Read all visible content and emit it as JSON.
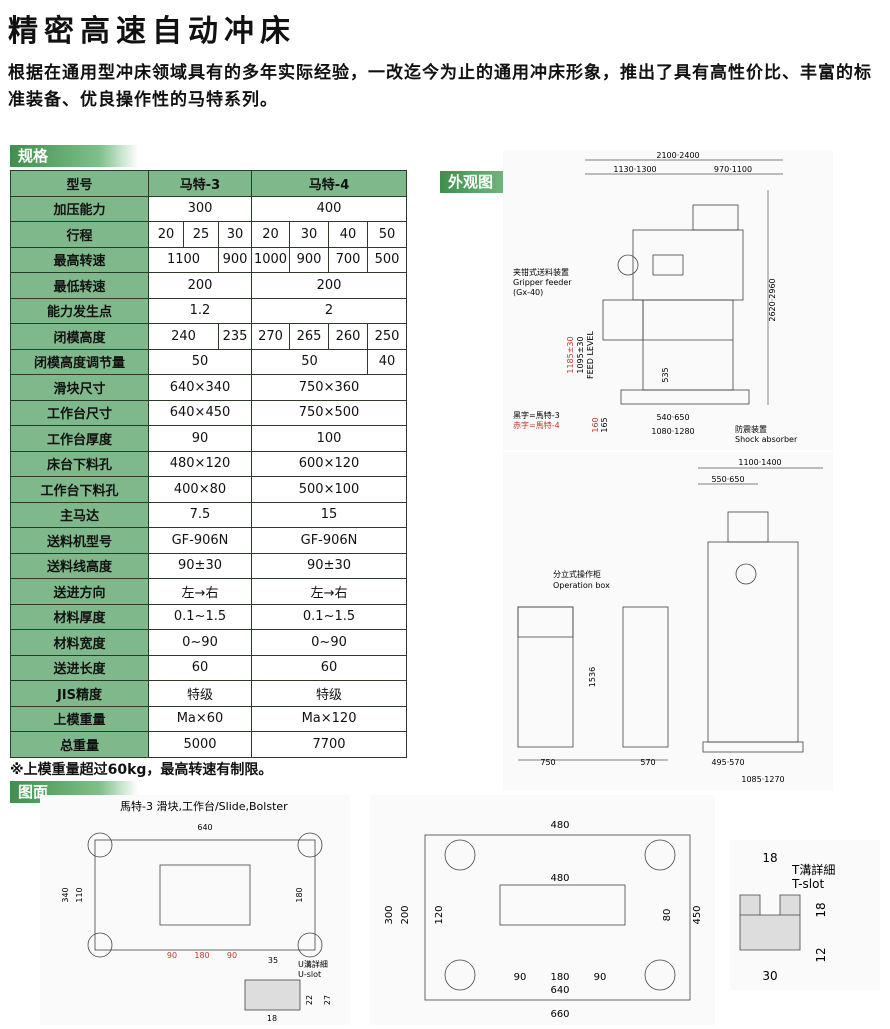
{
  "title": "精密高速自动冲床",
  "intro": "根据在通用型冲床领域具有的多年实际经验，一改迄今为止的通用冲床形象，推出了具有高性价比、丰富的标准装备、优良操作性的马特系列。",
  "sections": {
    "spec": "规格",
    "appearance": "外观图",
    "drawing": "图面"
  },
  "spec_table": {
    "header": [
      "型号",
      "马特-3",
      "马特-4"
    ],
    "rows": [
      {
        "label": "加压能力",
        "cells": [
          [
            "300",
            3
          ],
          [
            "400",
            4
          ]
        ]
      },
      {
        "label": "行程",
        "cells": [
          [
            "20",
            1
          ],
          [
            "25",
            1
          ],
          [
            "30",
            1
          ],
          [
            "20",
            1
          ],
          [
            "30",
            1
          ],
          [
            "40",
            1
          ],
          [
            "50",
            1
          ]
        ]
      },
      {
        "label": "最高转速",
        "cells": [
          [
            "1100",
            2
          ],
          [
            "900",
            1
          ],
          [
            "1000",
            1
          ],
          [
            "900",
            1
          ],
          [
            "700",
            1
          ],
          [
            "500",
            1
          ]
        ]
      },
      {
        "label": "最低转速",
        "cells": [
          [
            "200",
            3
          ],
          [
            "200",
            4
          ]
        ]
      },
      {
        "label": "能力发生点",
        "cells": [
          [
            "1.2",
            3
          ],
          [
            "2",
            4
          ]
        ]
      },
      {
        "label": "闭模高度",
        "cells": [
          [
            "240",
            2
          ],
          [
            "235",
            1
          ],
          [
            "270",
            1
          ],
          [
            "265",
            1
          ],
          [
            "260",
            1
          ],
          [
            "250",
            1
          ]
        ]
      },
      {
        "label": "闭模高度调节量",
        "cells": [
          [
            "50",
            3
          ],
          [
            "50",
            3
          ],
          [
            "40",
            1
          ]
        ]
      },
      {
        "label": "滑块尺寸",
        "cells": [
          [
            "640×340",
            3
          ],
          [
            "750×360",
            4
          ]
        ]
      },
      {
        "label": "工作台尺寸",
        "cells": [
          [
            "640×450",
            3
          ],
          [
            "750×500",
            4
          ]
        ]
      },
      {
        "label": "工作台厚度",
        "cells": [
          [
            "90",
            3
          ],
          [
            "100",
            4
          ]
        ]
      },
      {
        "label": "床台下料孔",
        "cells": [
          [
            "480×120",
            3
          ],
          [
            "600×120",
            4
          ]
        ]
      },
      {
        "label": "工作台下料孔",
        "cells": [
          [
            "400×80",
            3
          ],
          [
            "500×100",
            4
          ]
        ]
      },
      {
        "label": "主马达",
        "cells": [
          [
            "7.5",
            3
          ],
          [
            "15",
            4
          ]
        ]
      },
      {
        "label": "送料机型号",
        "cells": [
          [
            "GF-906N",
            3
          ],
          [
            "GF-906N",
            4
          ]
        ]
      },
      {
        "label": "送料线高度",
        "cells": [
          [
            "90±30",
            3
          ],
          [
            "90±30",
            4
          ]
        ]
      },
      {
        "label": "送进方向",
        "cells": [
          [
            "左→右",
            3
          ],
          [
            "左→右",
            4
          ]
        ]
      },
      {
        "label": "材料厚度",
        "cells": [
          [
            "0.1~1.5",
            3
          ],
          [
            "0.1~1.5",
            4
          ]
        ]
      },
      {
        "label": "材料宽度",
        "cells": [
          [
            "0~90",
            3
          ],
          [
            "0~90",
            4
          ]
        ]
      },
      {
        "label": "送进长度",
        "cells": [
          [
            "60",
            3
          ],
          [
            "60",
            4
          ]
        ]
      },
      {
        "label": "JIS精度",
        "cells": [
          [
            "特级",
            3
          ],
          [
            "特级",
            4
          ]
        ]
      },
      {
        "label": "上模重量",
        "cells": [
          [
            "Ma×60",
            3
          ],
          [
            "Ma×120",
            4
          ]
        ]
      },
      {
        "label": "总重量",
        "cells": [
          [
            "5000",
            3
          ],
          [
            "7700",
            4
          ]
        ]
      }
    ]
  },
  "note": "※上模重量超过60kg，最高转速有制限。",
  "front_view": {
    "dim_total": "2100·2400",
    "dim_left": "1130·1300",
    "dim_right": "970·1100",
    "gripper_cn": "夹钳式送料装置",
    "gripper_en1": "Gripper feeder",
    "gripper_en2": "(Gx-40)",
    "height_total": "2620·2960",
    "feed_a": "1185±30",
    "feed_b": "1095±30",
    "feed_level": "FEED LEVEL",
    "dim_535": "535",
    "legend_black": "黑字=馬特-3",
    "legend_red": "赤字=馬特-4",
    "h_160": "160",
    "h_165": "165",
    "dim_540": "540·650",
    "dim_1080": "1080·1280",
    "shock_cn": "防震装置",
    "shock_en": "Shock absorber"
  },
  "side_view": {
    "dim_top": "1100·1400",
    "dim_550": "550·650",
    "box_cn": "分立式操作柜",
    "box_en": "Operation box",
    "dim_1536": "1536",
    "dim_750": "750",
    "dim_570": "570",
    "dim_495": "495·570",
    "dim_1085": "1085·1270"
  },
  "slide_drawing": {
    "caption": "馬特-3 滑块,工作台/Slide,Bolster",
    "dim_640": "640",
    "dim_340": "340",
    "dim_110": "110",
    "dim_180": "180",
    "dim_90a": "90",
    "dim_180b": "180",
    "dim_90b": "90",
    "uslot_cn": "U溝詳細",
    "uslot_en": "U-slot",
    "dim_35": "35",
    "dim_22": "22",
    "dim_27": "27",
    "dim_18": "18"
  },
  "bolster_drawing": {
    "dim_480t": "480",
    "dim_480m": "480",
    "dim_300": "300",
    "dim_200": "200",
    "dim_120": "120",
    "dim_80": "80",
    "dim_450": "450",
    "dim_90a": "90",
    "dim_180": "180",
    "dim_90b": "90",
    "dim_640": "640",
    "dim_660": "660"
  },
  "tslot": {
    "title_cn": "T溝詳細",
    "title_en": "T-slot",
    "dim_18a": "18",
    "dim_18b": "18",
    "dim_12": "12",
    "dim_30": "30"
  },
  "colors": {
    "green_header": "#7fb88a",
    "tag_green": "#3f8f4c",
    "red_dim": "#c0392b"
  }
}
